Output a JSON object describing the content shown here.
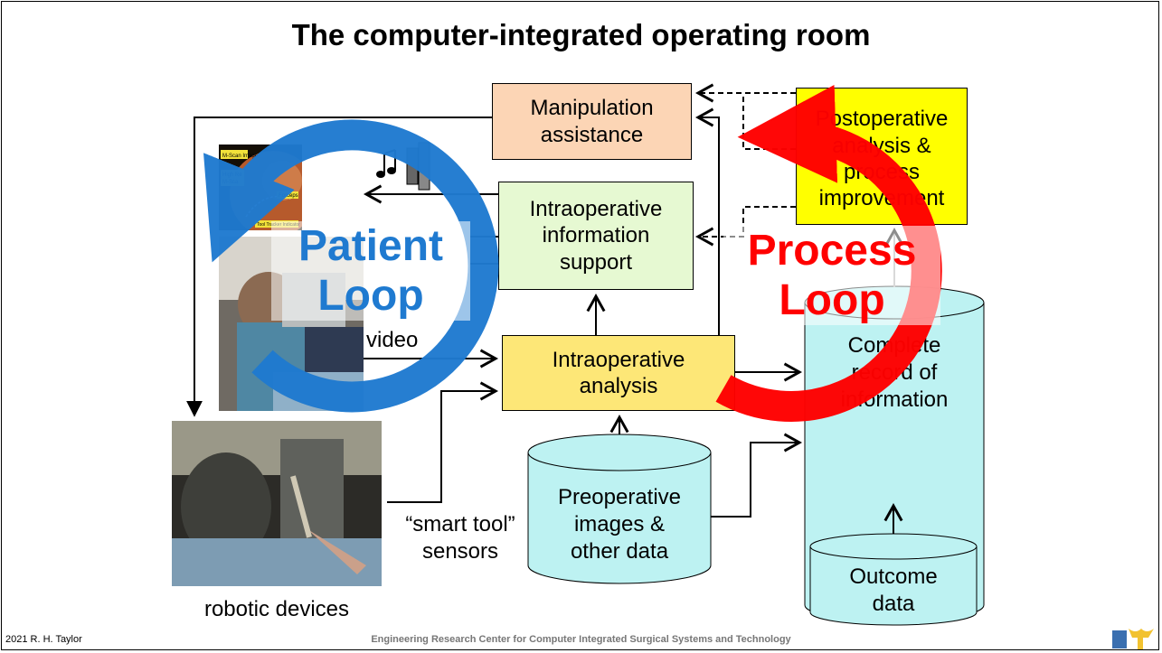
{
  "title": "The computer-integrated operating room",
  "boxes": {
    "manipulation": "Manipulation\nassistance",
    "info_support": "Intraoperative\ninformation\nsupport",
    "analysis": "Intraoperative\nanalysis",
    "postop": "Postoperative\nanalysis &\nprocess\nimprovement"
  },
  "cylinders": {
    "preop": "Preoperative\nimages &\nother data",
    "complete": "Complete\nrecord of\ninformation",
    "outcome": "Outcome\ndata"
  },
  "labels": {
    "video": "video",
    "smart_tool": "“smart tool”\nsensors",
    "robotic": "robotic devices"
  },
  "screen_labels": [
    "M-Scan Image",
    "High Re",
    "M-Sca",
    "Forceps",
    "Tool Tracker Indicator"
  ],
  "loops": {
    "patient": "Patient\nLoop",
    "process": "Process\nLoop"
  },
  "footer": {
    "left": "2021 R. H. Taylor",
    "center": "Engineering Research Center for Computer Integrated Surgical Systems and Technology"
  },
  "colors": {
    "manipulation_fill": "#fcd5b5",
    "info_fill": "#e6f9d2",
    "analysis_fill": "#fde777",
    "postop_fill": "#ffff00",
    "cylinder_fill": "#bdf2f2",
    "patient_loop": "#1f7ad0",
    "process_loop": "#ff0000"
  },
  "icons": [
    "music-notes-icon",
    "speaker-icon",
    "logo-icon"
  ]
}
